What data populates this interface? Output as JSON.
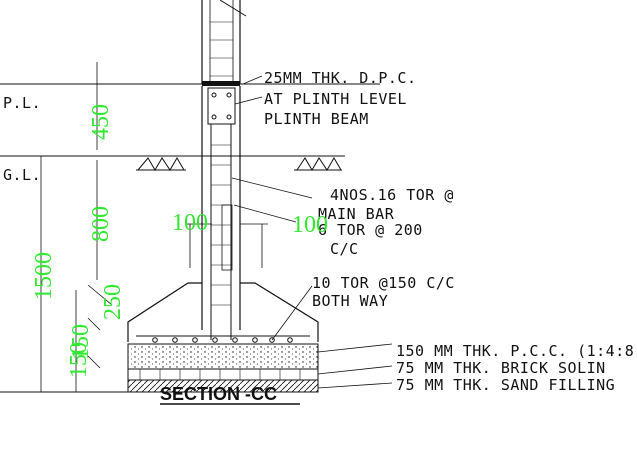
{
  "levels": {
    "plinth": "P.L.",
    "ground": "G.L."
  },
  "annotations": {
    "dpc_line1": "25MM THK. D.P.C.",
    "dpc_line2": "AT PLINTH LEVEL",
    "plinth_beam": "PLINTH BEAM",
    "main_bar_line1": "4NOS.16 TOR @",
    "main_bar_line2": "MAIN BAR",
    "stirrup_line1": "6 TOR @ 200",
    "stirrup_line2": "C/C",
    "footing_bar_line1": "10 TOR @150 C/C",
    "footing_bar_line2": "BOTH WAY",
    "pcc": "150 MM THK. P.C.C. (1:4:8",
    "brick_soling": "75    MM THK. BRICK SOLIN",
    "sand_filling": "75    MM THK. SAND FILLING"
  },
  "dimensions": {
    "plinth_height": "450",
    "depth_upper": "800",
    "total_depth": "1500",
    "footing_slope": "250",
    "footing_base": "150",
    "base_layers": "150",
    "offset_left": "100",
    "offset_right": "100"
  },
  "title": "SECTION -CC",
  "colors": {
    "dimension": "#2fe82f",
    "linework": "#111111"
  }
}
